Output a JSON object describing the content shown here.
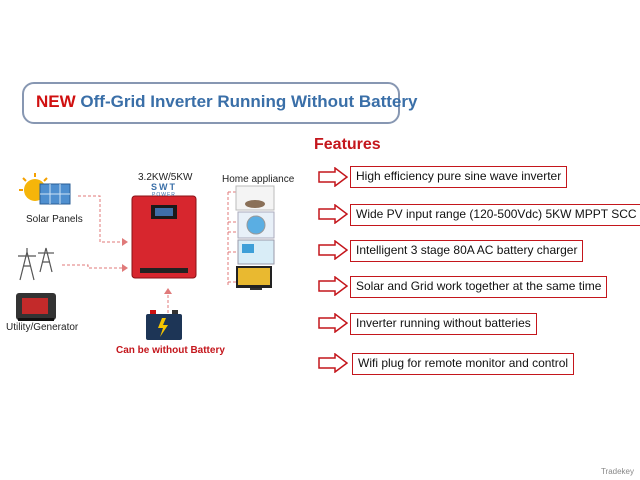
{
  "title": {
    "new_word": "NEW",
    "rest": "Off-Grid Inverter Running Without Battery"
  },
  "features": {
    "heading": "Features",
    "items": [
      "High efficiency pure sine wave inverter",
      "Wide PV input range (120-500Vdc) 5KW MPPT SCC",
      "Intelligent 3 stage 80A AC battery charger",
      "Solar and Grid work together at the same time",
      "Inverter running without batteries",
      "Wifi plug for remote monitor and control"
    ]
  },
  "diagram": {
    "solar_label": "Solar Panels",
    "utility_label": "Utility/Generator",
    "model_label": "3.2KW/5KW",
    "brand_name": "SWT",
    "brand_sub": "POWER",
    "appliance_label": "Home appliance",
    "battery_note": "Can be without Battery"
  },
  "watermark": "Tradekey",
  "colors": {
    "accent_red": "#c4161c",
    "title_blue": "#3a6fa8",
    "inverter_red": "#d7262e"
  }
}
